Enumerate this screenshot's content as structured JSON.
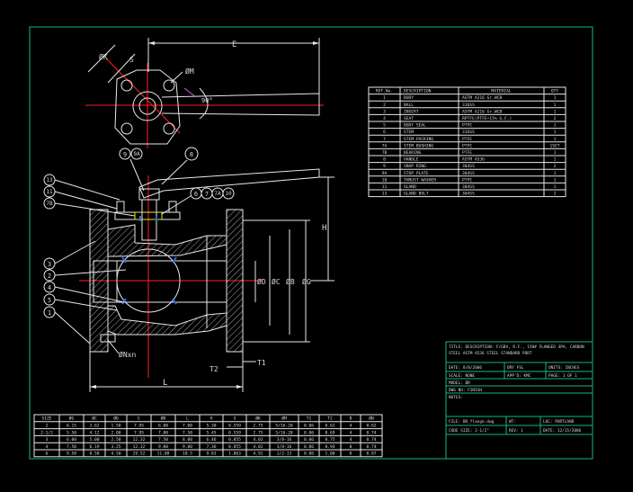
{
  "bom": {
    "headers": [
      "REF.No.",
      "DESCRIPTION",
      "MATERIAL",
      "QTY"
    ],
    "rows": [
      [
        "1",
        "BODY",
        "ASTM A216 Gr.WCB",
        "1"
      ],
      [
        "2",
        "BALL",
        "316SS",
        "1"
      ],
      [
        "3",
        "INSERT",
        "ASTM A216 Gr.WCB",
        "1"
      ],
      [
        "4",
        "SEAT",
        "RPTFE(PTFE+15% G.F.)",
        "2"
      ],
      [
        "5",
        "BODY SEAL",
        "PTFE",
        "1"
      ],
      [
        "6",
        "STEM",
        "316SS",
        "1"
      ],
      [
        "7",
        "STEM PACKING",
        "PTFE",
        "1"
      ],
      [
        "7A",
        "STEM BUSHING",
        "PTFE",
        "1SET"
      ],
      [
        "7B",
        "BEARING",
        "PTFE",
        "1"
      ],
      [
        "8",
        "HANDLE",
        "ASTM A536",
        "1"
      ],
      [
        "9",
        "SNAP RING",
        "304SS",
        "2"
      ],
      [
        "9A",
        "STOP PLATE",
        "304SS",
        "1"
      ],
      [
        "10",
        "THRUST WASHER",
        "PTFE",
        "1"
      ],
      [
        "11",
        "GLAND",
        "304SS",
        "1"
      ],
      [
        "13",
        "GLAND BOLT",
        "304SS",
        "2"
      ]
    ]
  },
  "dims": {
    "headers": [
      "SIZE",
      "ØG",
      "ØC",
      "ØD",
      "E",
      "ØB",
      "L",
      "H",
      "S",
      "ØK",
      "ØM",
      "T1",
      "T2",
      "B",
      "ØN"
    ],
    "rows": [
      [
        "2",
        "6.15",
        "3.62",
        "1.50",
        "7.95",
        "6.00",
        "7.00",
        "5.30",
        "0.559",
        "2.75",
        "5/16-20",
        "0.06",
        "0.62",
        "4",
        "0.62"
      ],
      [
        "2-1/2",
        "5.50",
        "4.12",
        "2.00",
        "7.95",
        "7.00",
        "7.50",
        "5.45",
        "0.559",
        "2.75",
        "5/16-20",
        "0.06",
        "0.69",
        "4",
        "0.74"
      ],
      [
        "3",
        "6.00",
        "5.00",
        "2.50",
        "12.32",
        "7.50",
        "8.00",
        "6.46",
        "0.855",
        "4.02",
        "3/8-16",
        "0.06",
        "0.75",
        "4",
        "0.74"
      ],
      [
        "4",
        "7.50",
        "6.19",
        "3.25",
        "12.32",
        "9.00",
        "9.00",
        "7.36",
        "0.855",
        "4.02",
        "3/8-16",
        "0.06",
        "0.94",
        "8",
        "0.74"
      ],
      [
        "6",
        "9.50",
        "8.50",
        "4.50",
        "29.52",
        "11.00",
        "10.5",
        "9.83",
        "1.063",
        "4.92",
        "1/2-13",
        "0.06",
        "1.00",
        "8",
        "0.87"
      ]
    ]
  },
  "title_block": {
    "title_label": "TITLE: DESCRIPTION: F/GBV, R.F., 150# FLANGED 4PA, CARBON",
    "title_line2": "STEEL ASTM A536 STEEL STANDARD PORT",
    "date_label": "DATE: 8/8/2006",
    "drawn_by": "DRY FSL",
    "units": "UNITS: INCHES",
    "scale": "SCALE: NONE",
    "approved": "APP'D: KMC",
    "page": "PAGE: 1 OF 1",
    "model": "MODEL: BR",
    "finish": "DWG NO: FINISH",
    "notes": "NOTES:",
    "file": "FILE: BR_flange.dwg",
    "wt": "WT:",
    "loc": "LOC: PORTLAND",
    "code": "CODE SIZE: 2-1/2\"",
    "rev": "REV: 1",
    "date2": "DATE: 12/15/2006"
  },
  "dim_labels": {
    "E": "E",
    "K": "ØK",
    "S": "S",
    "M": "ØM",
    "H": "H",
    "D": "ØD",
    "C": "ØC",
    "B": "ØB",
    "G": "ØG",
    "L": "L",
    "T2": "T2",
    "T1": "T1",
    "N": "ØNxn",
    "ninety": "90°"
  },
  "balloons_top": [
    "9",
    "9A",
    "8"
  ],
  "balloons_mid": [
    "6",
    "7",
    "7A",
    "10"
  ],
  "balloons_left_top": [
    "13",
    "11",
    "7B"
  ],
  "balloons_left_bottom": [
    "3",
    "2",
    "4",
    "5",
    "1"
  ]
}
